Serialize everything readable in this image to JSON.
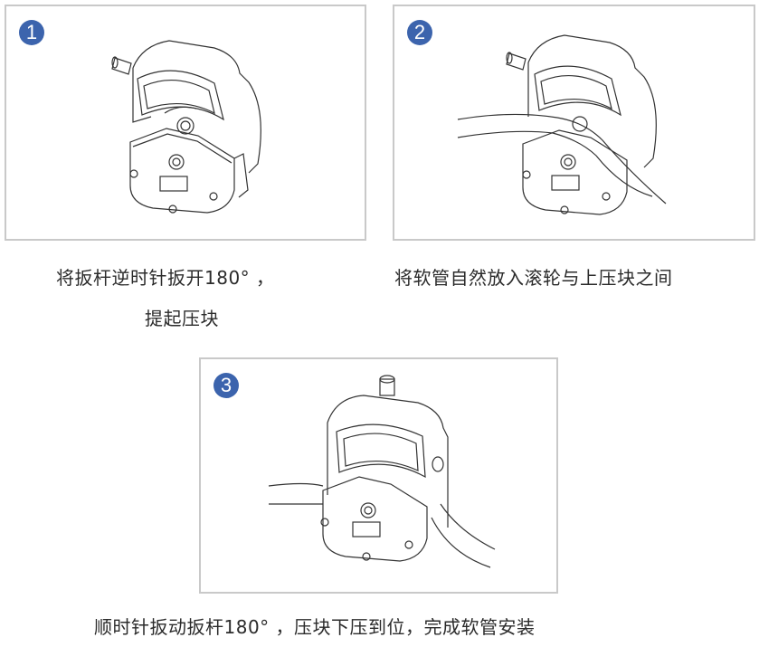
{
  "steps": [
    {
      "number": "1",
      "caption_line1": "将扳杆逆时针扳开180° ，",
      "caption_line2": "提起压块"
    },
    {
      "number": "2",
      "caption_line1": "将软管自然放入滚轮与上压块之间"
    },
    {
      "number": "3",
      "caption_line1": "顺时针扳动扳杆180° ，压块下压到位，完成软管安装"
    }
  ],
  "colors": {
    "badge": "#3c64ad",
    "frame": "#c9c9c9",
    "line": "#333333"
  }
}
